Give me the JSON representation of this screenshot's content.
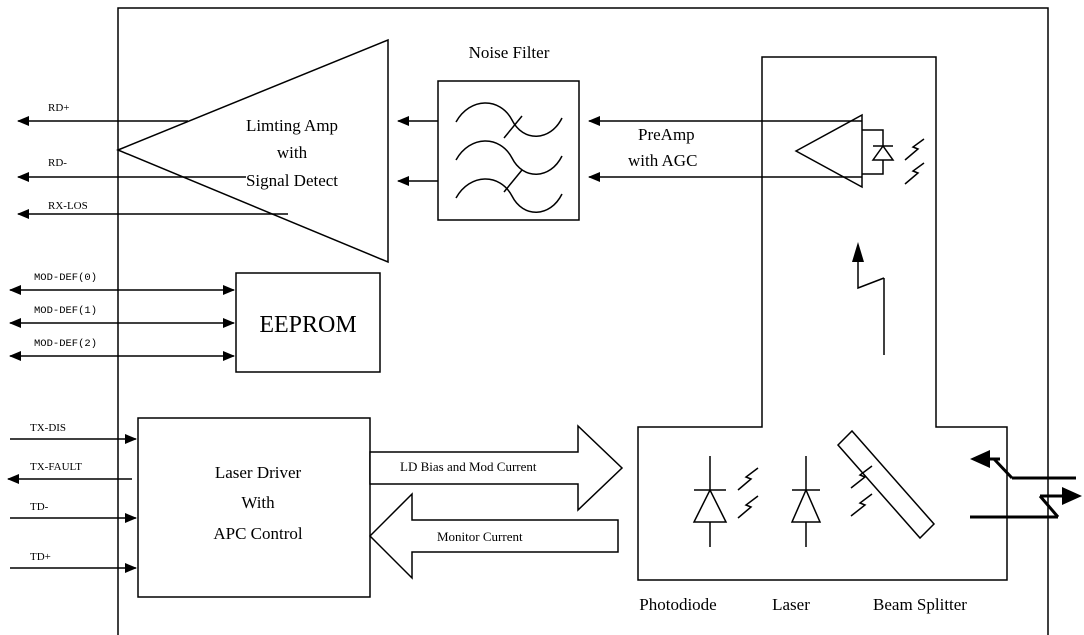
{
  "blocks": {
    "limiting_amp": [
      "Limting Amp",
      "with",
      "Signal Detect"
    ],
    "noise_filter": "Noise Filter",
    "preamp": [
      "PreAmp",
      "with AGC"
    ],
    "eeprom": "EEPROM",
    "laser_driver": [
      "Laser Driver",
      "With",
      "APC Control"
    ],
    "ld_bias": "LD Bias and Mod Current",
    "monitor_current": "Monitor Current",
    "photodiode": "Photodiode",
    "laser": "Laser",
    "beam_splitter": "Beam Splitter"
  },
  "signals": {
    "rd_plus": "RD+",
    "rd_minus": "RD-",
    "rx_los": "RX-LOS",
    "mod_def0": "MOD-DEF(0)",
    "mod_def1": "MOD-DEF(1)",
    "mod_def2": "MOD-DEF(2)",
    "tx_dis": "TX-DIS",
    "tx_fault": "TX-FAULT",
    "td_minus": "TD-",
    "td_plus": "TD+"
  }
}
